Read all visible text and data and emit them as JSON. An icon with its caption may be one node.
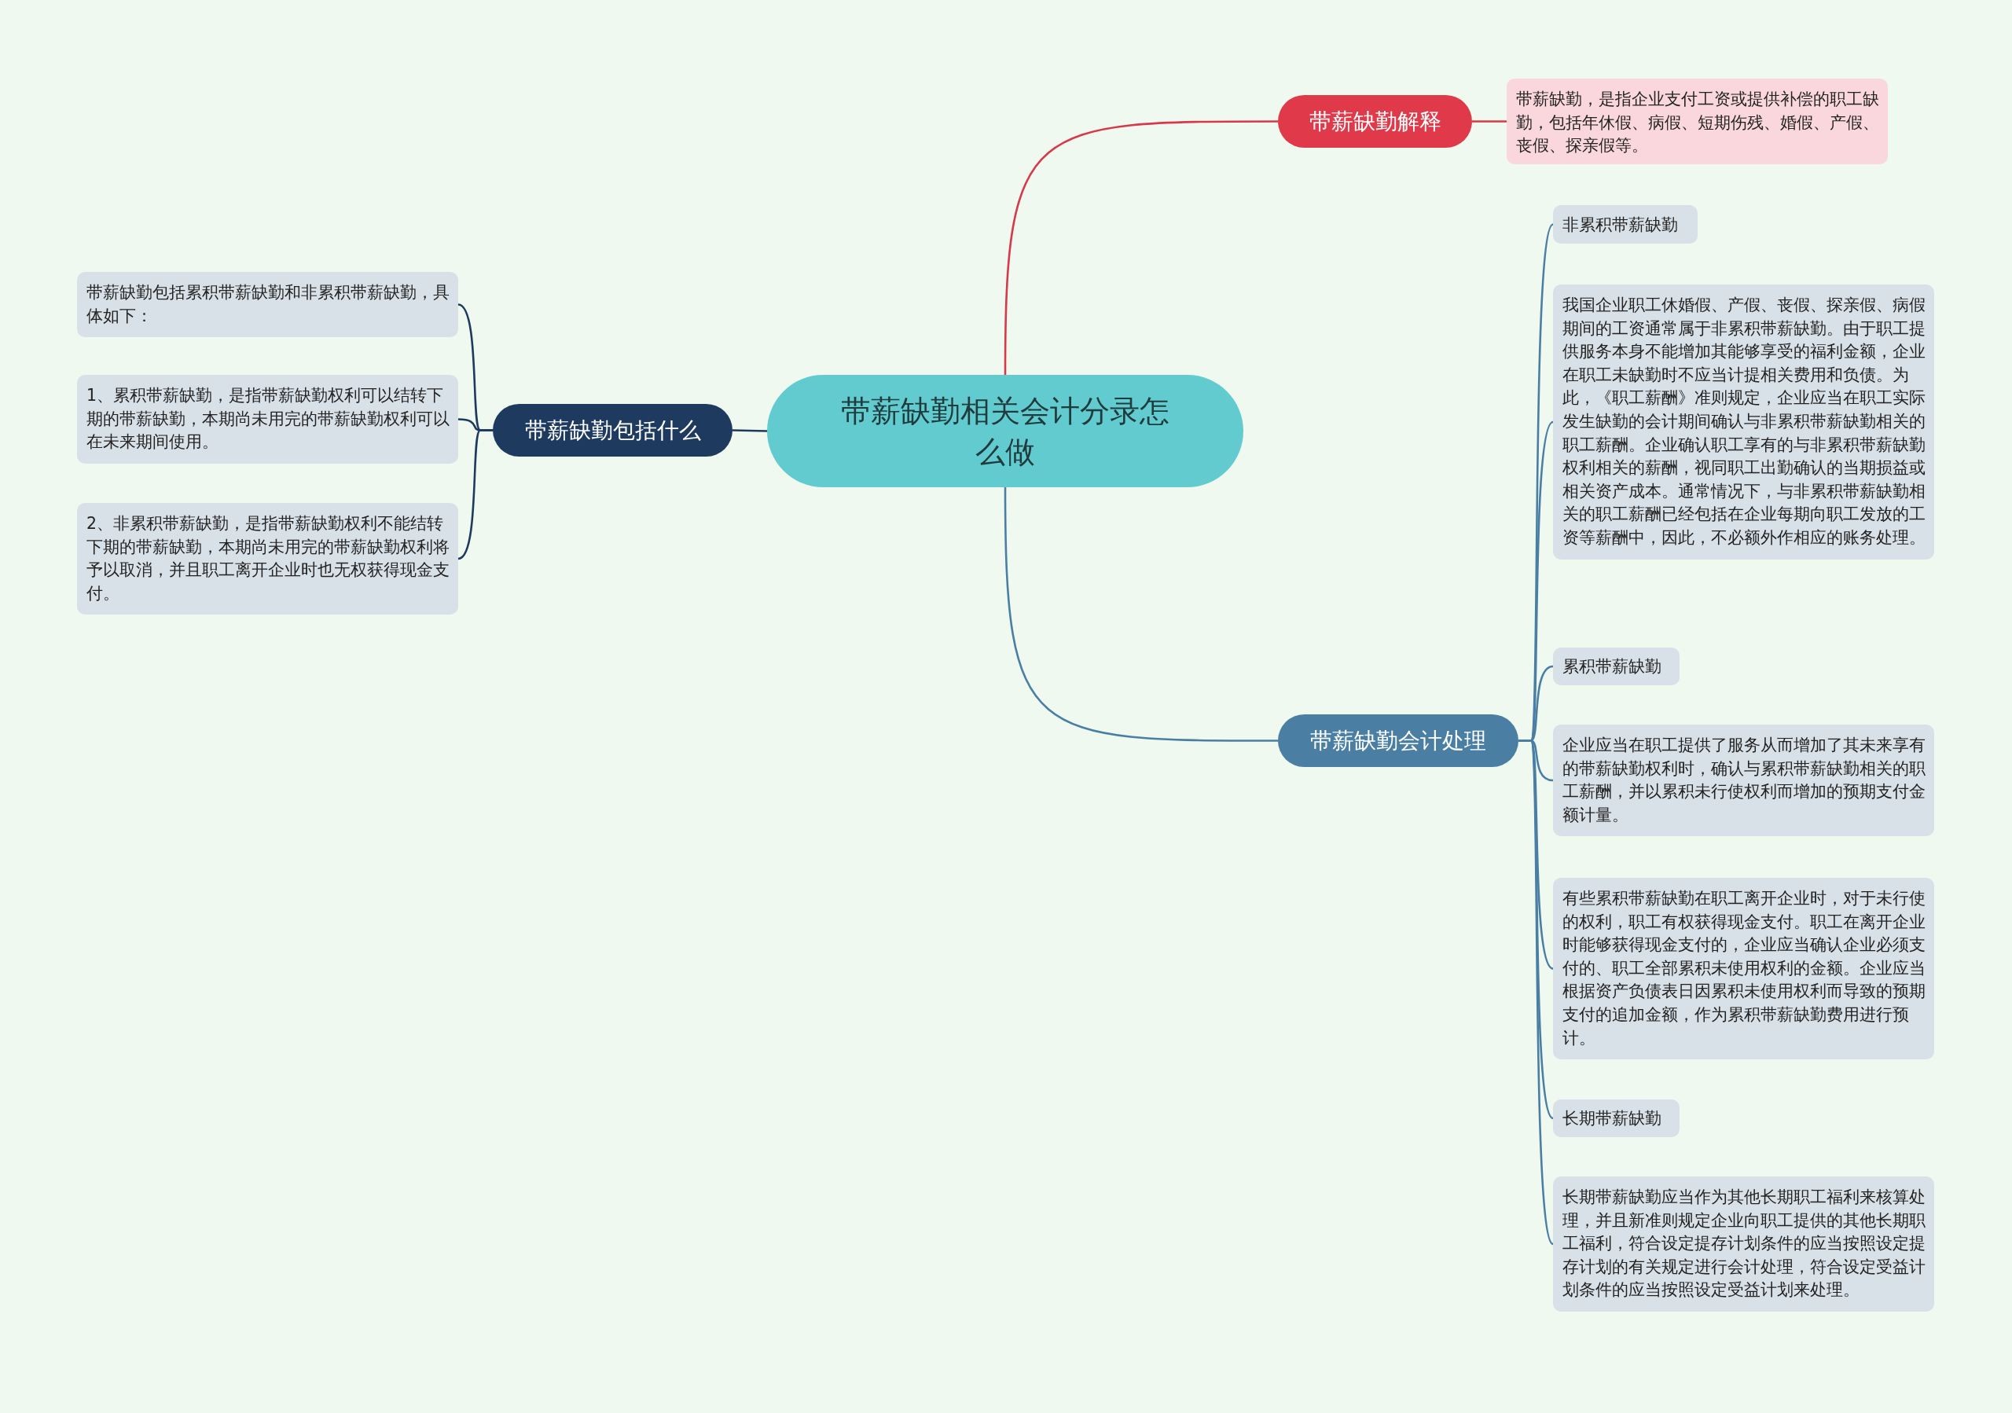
{
  "diagram": {
    "nodes": [
      {
        "text": [
          "带薪缺勤相关会计分录怎么做"
        ]
      },
      {
        "text": [
          "带薪缺勤解释"
        ]
      },
      {
        "text": [
          "带薪缺勤，是指企业支付工资或提供补偿的职工缺勤，包括年休假、病假、短期伤残、婚假、产假、丧假、探亲假等。"
        ]
      },
      {
        "text": [
          "带薪缺勤会计处理"
        ]
      },
      {
        "text": [
          "非累积带薪缺勤"
        ]
      },
      {
        "text": [
          "我国企业职工休婚假、产假、丧假、探亲假、病假期间的工资通常属于非累积带薪缺勤。由于职工提供服务本身不能增加其能够享受的福利金额，企业在职工未缺勤时不应当计提相关费用和负债。为此，《职工薪酬》准则规定，企业应当在职工实际发生缺勤的会计期间确认与非累积带薪缺勤相关的职工薪酬。企业确认职工享有的与非累积带薪缺勤权利相关的薪酬，视同职工出勤确认的当期损益或相关资产成本。通常情况下，与非累积带薪缺勤相关的职工薪酬已经包括在企业每期向职工发放的工资等薪酬中，因此，不必额外作相应的账务处理。"
        ]
      },
      {
        "text": [
          "累积带薪缺勤"
        ]
      },
      {
        "text": [
          "企业应当在职工提供了服务从而增加了其未来享有的带薪缺勤权利时，确认与累积带薪缺勤相关的职工薪酬，并以累积未行使权利而增加的预期支付金额计量。"
        ]
      },
      {
        "text": [
          "有些累积带薪缺勤在职工离开企业时，对于未行使的权利，职工有权获得现金支付。职工在离开企业时能够获得现金支付的，企业应当确认企业必须支付的、职工全部累积未使用权利的金额。企业应当根据资产负债表日因累积未使用权利而导致的预期支付的追加金额，作为累积带薪缺勤费用进行预计。"
        ]
      },
      {
        "text": [
          "长期带薪缺勤"
        ]
      },
      {
        "text": [
          "长期带薪缺勤应当作为其他长期职工福利来核算处理，并且新准则规定企业向职工提供的其他长期职工福利，符合设定提存计划条件的应当按照设定提存计划的有关规定进行会计处理，符合设定受益计划条件的应当按照设定受益计划来处理。"
        ]
      },
      {
        "text": [
          "带薪缺勤包括什么"
        ]
      },
      {
        "text": [
          "带薪缺勤包括累积带薪缺勤和非累积带薪缺勤，具体如下："
        ]
      },
      {
        "text": [
          "1、累积带薪缺勤，是指带薪缺勤权利可以结转下期的带薪缺勤，本期尚未用完的带薪缺勤权利可以在未来期间使用。"
        ]
      },
      {
        "text": [
          "2、非累积带薪缺勤，是指带薪缺勤权利不能结转下期的带薪缺勤，本期尚未用完的带薪缺勤权利将予以取消，并且职工离开企业时也无权获得现金支付。"
        ]
      }
    ],
    "edges": [
      {
        "from": 0,
        "to": 1,
        "arrow": "none",
        "color": "#d8394a"
      },
      {
        "from": 1,
        "to": 2,
        "arrow": "none",
        "color": "#d8394a"
      },
      {
        "from": 0,
        "to": 3,
        "arrow": "none"
      },
      {
        "from": 3,
        "to": 4,
        "arrow": "none"
      },
      {
        "from": 3,
        "to": 5,
        "arrow": "none"
      },
      {
        "from": 3,
        "to": 6,
        "arrow": "none"
      },
      {
        "from": 3,
        "to": 7,
        "arrow": "none"
      },
      {
        "from": 3,
        "to": 8,
        "arrow": "none"
      },
      {
        "from": 3,
        "to": 9,
        "arrow": "none"
      },
      {
        "from": 3,
        "to": 10,
        "arrow": "none"
      },
      {
        "from": 0,
        "to": 11,
        "arrow": "none",
        "color": "#1e3a5f"
      },
      {
        "from": 11,
        "to": 12,
        "arrow": "none",
        "color": "#1e3a5f"
      },
      {
        "from": 11,
        "to": 13,
        "arrow": "none",
        "color": "#1e3a5f"
      },
      {
        "from": 11,
        "to": 14,
        "arrow": "none",
        "color": "#1e3a5f"
      }
    ]
  }
}
